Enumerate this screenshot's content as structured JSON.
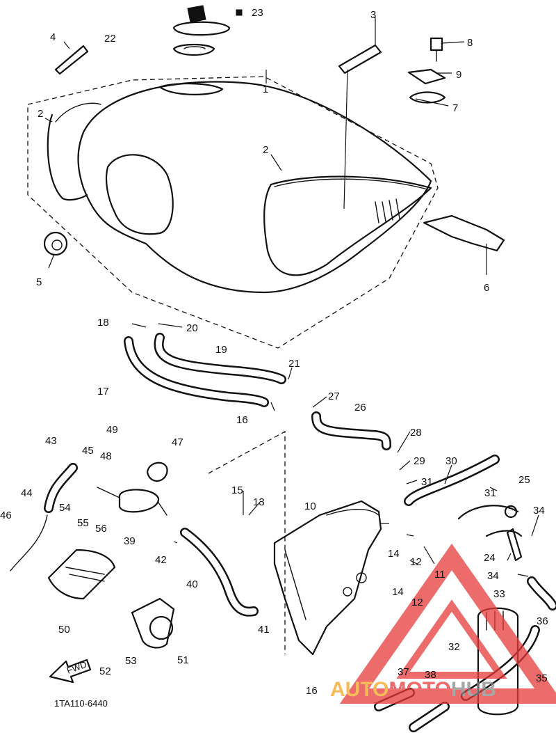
{
  "diagram": {
    "part_number": "1TA110-6440",
    "direction_arrow_label": "FWD",
    "watermark": {
      "word_orange": "AUTO",
      "word_red": "MOTO",
      "word_gray": "HUB",
      "colors": {
        "orange": "#f5a623",
        "red": "#e63a3a",
        "gray": "#8a8a8a"
      }
    },
    "callouts": [
      "1",
      "2",
      "2",
      "3",
      "4",
      "5",
      "6",
      "7",
      "8",
      "9",
      "10",
      "11",
      "12",
      "12",
      "13",
      "14",
      "14",
      "15",
      "16",
      "16",
      "17",
      "18",
      "19",
      "20",
      "21",
      "22",
      "23",
      "24",
      "25",
      "26",
      "27",
      "28",
      "29",
      "30",
      "31",
      "31",
      "32",
      "33",
      "34",
      "34",
      "35",
      "36",
      "37",
      "38",
      "39",
      "40",
      "41",
      "42",
      "43",
      "44",
      "45",
      "46",
      "47",
      "48",
      "49",
      "50",
      "51",
      "52",
      "53",
      "54",
      "55",
      "56"
    ]
  }
}
